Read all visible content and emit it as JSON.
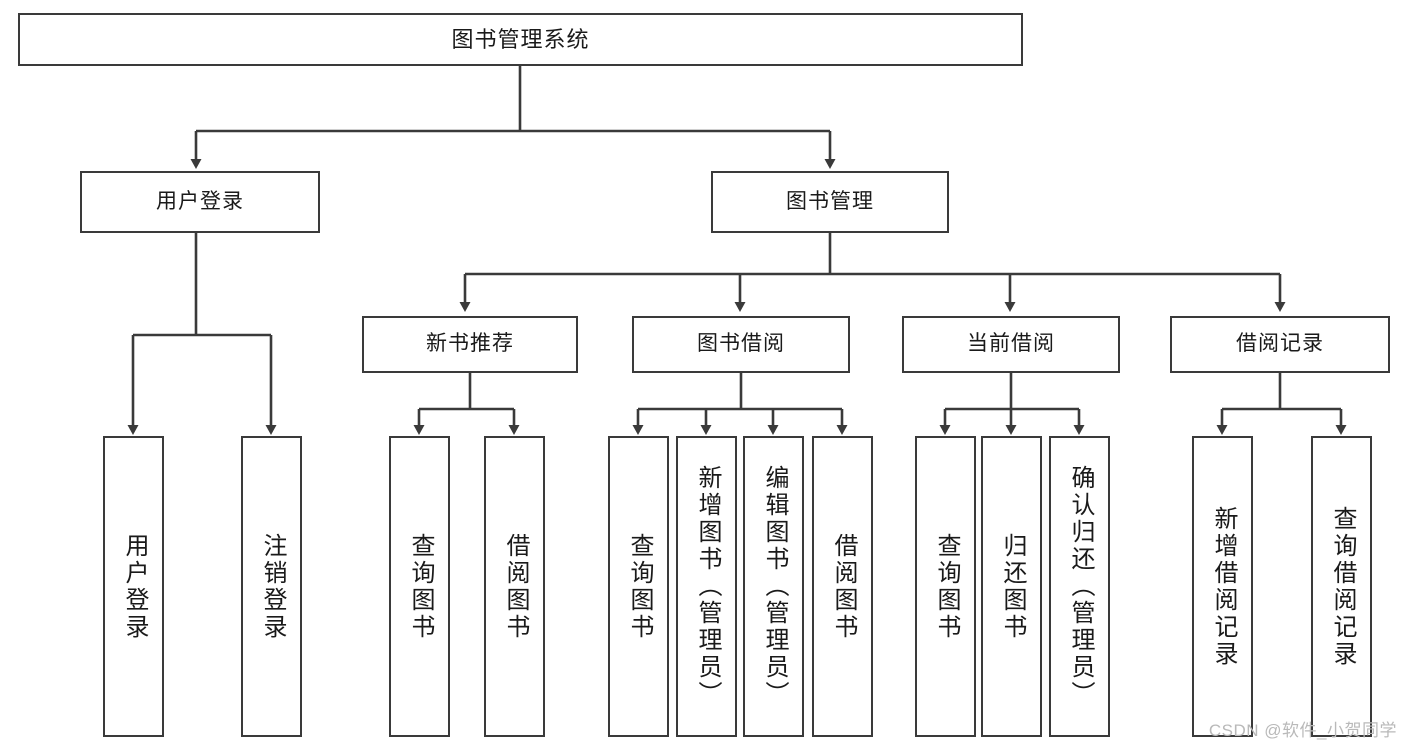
{
  "diagram": {
    "title": "图书管理系统",
    "watermark": "CSDN @软件_小贺同学",
    "line_color": "#3a3a3a",
    "box_fill": "#ffffff",
    "text_color": "#1a1a1a",
    "nodes": {
      "root": "图书管理系统",
      "level2": [
        {
          "id": "user-login",
          "label": "用户登录"
        },
        {
          "id": "book-manage",
          "label": "图书管理"
        }
      ],
      "level3": [
        {
          "id": "new-book-recommend",
          "label": "新书推荐"
        },
        {
          "id": "book-borrow",
          "label": "图书借阅"
        },
        {
          "id": "current-borrow",
          "label": "当前借阅"
        },
        {
          "id": "borrow-record",
          "label": "借阅记录"
        }
      ],
      "leaves": {
        "user_login": [
          {
            "id": "leaf-user-login",
            "label": "用户登录"
          },
          {
            "id": "leaf-logout-login",
            "label": "注销登录"
          }
        ],
        "new_book_recommend": [
          {
            "id": "leaf-query-book-1",
            "label": "查询图书"
          },
          {
            "id": "leaf-borrow-book-1",
            "label": "借阅图书"
          }
        ],
        "book_borrow": [
          {
            "id": "leaf-query-book-2",
            "label": "查询图书"
          },
          {
            "id": "leaf-add-book",
            "label": "新增图书（管理员）"
          },
          {
            "id": "leaf-edit-book",
            "label": "编辑图书（管理员）"
          },
          {
            "id": "leaf-borrow-book-2",
            "label": "借阅图书"
          }
        ],
        "current_borrow": [
          {
            "id": "leaf-query-book-3",
            "label": "查询图书"
          },
          {
            "id": "leaf-return-book",
            "label": "归还图书"
          },
          {
            "id": "leaf-confirm-return",
            "label": "确认归还（管理员）"
          }
        ],
        "borrow_record": [
          {
            "id": "leaf-add-record",
            "label": "新增借阅记录"
          },
          {
            "id": "leaf-query-record",
            "label": "查询借阅记录"
          }
        ]
      }
    }
  }
}
